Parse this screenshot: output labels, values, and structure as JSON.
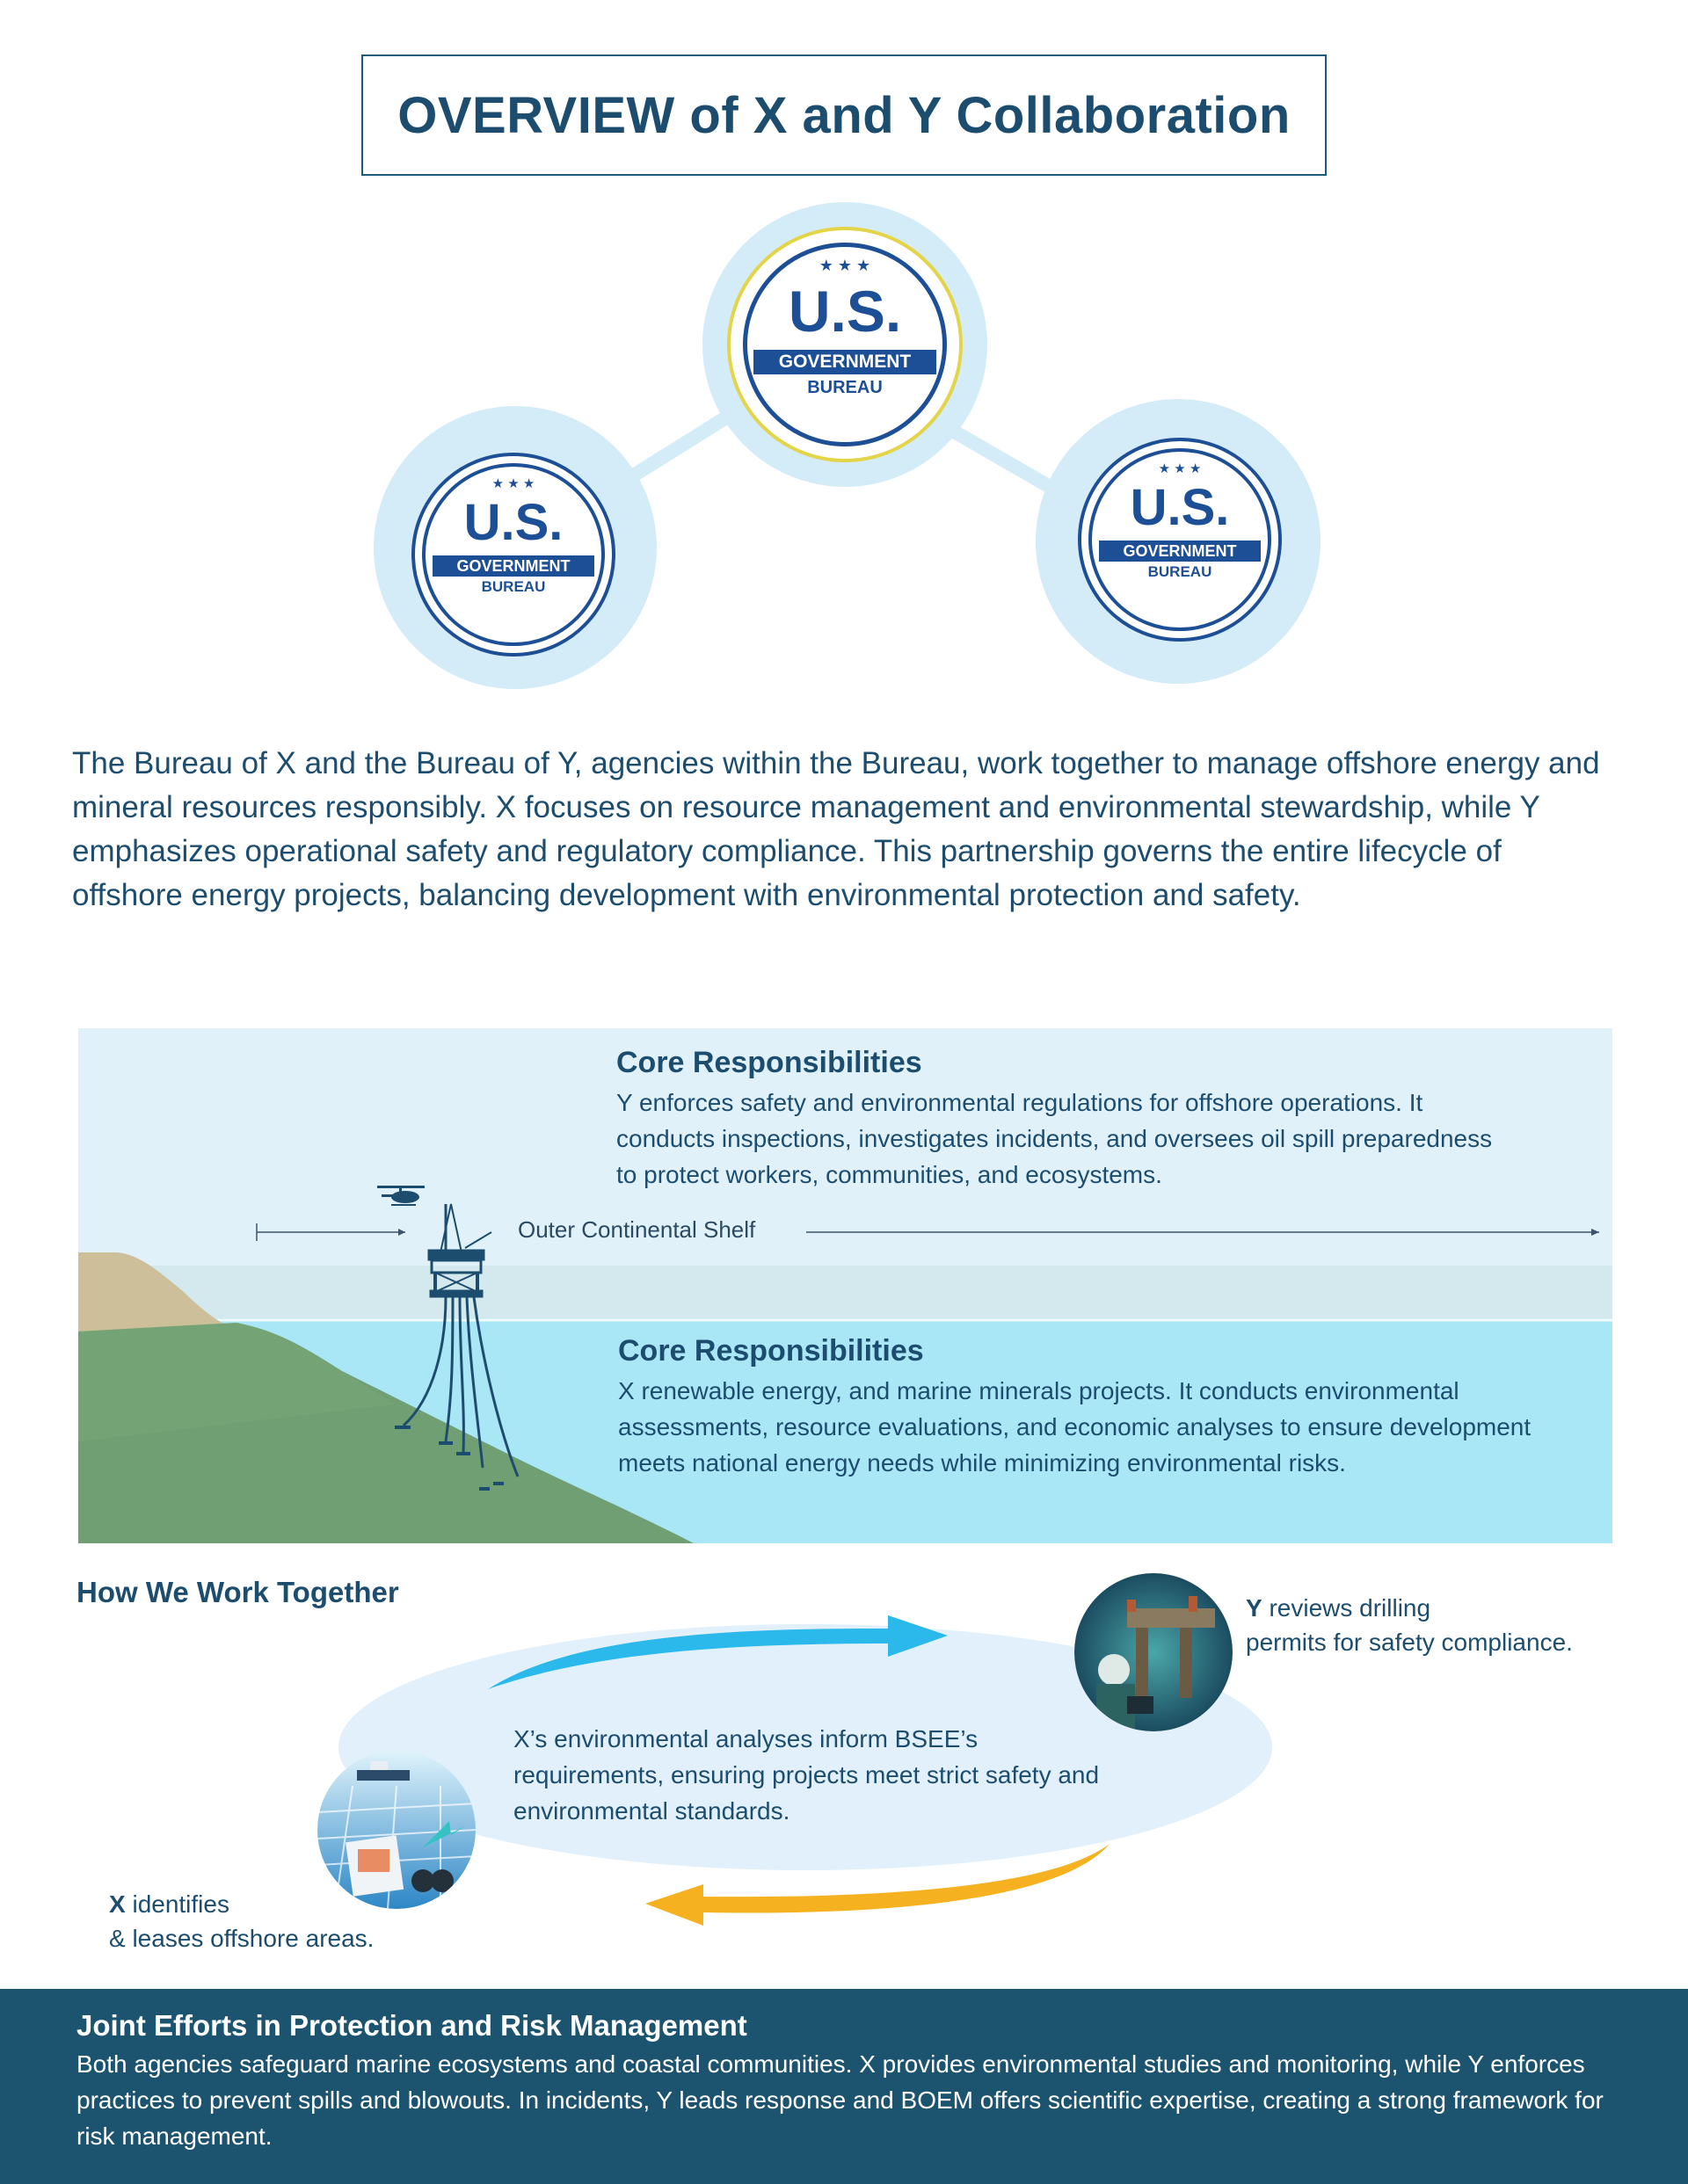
{
  "title": "OVERVIEW of X and Y Collaboration",
  "seals": [
    {
      "id": "center",
      "stars": "★ ★ ★",
      "us": "U.S.",
      "band": "GOVERNMENT",
      "bureau": "BUREAU"
    },
    {
      "id": "left",
      "stars": "★ ★ ★",
      "us": "U.S.",
      "band": "GOVERNMENT",
      "bureau": "BUREAU"
    },
    {
      "id": "right",
      "stars": "★ ★ ★",
      "us": "U.S.",
      "band": "GOVERNMENT",
      "bureau": "BUREAU"
    }
  ],
  "intro": "The Bureau of X and the Bureau of Y, agencies within the Bureau, work together to manage offshore energy and mineral resources responsibly. X focuses on resource management and environmental stewardship, while Y emphasizes operational safety and regulatory compliance. This partnership governs the entire lifecycle of offshore energy projects, balancing development with environmental protection and safety.",
  "ocean": {
    "shelf_label": "Outer Continental Shelf",
    "y_resp": {
      "title": "Core Responsibilities",
      "text": "Y enforces safety and environmental regulations for offshore operations. It conducts inspections, investigates incidents, and oversees oil spill preparedness to protect workers, communities, and ecosystems."
    },
    "x_resp": {
      "title": "Core Responsibilities",
      "text": "X renewable energy, and marine minerals projects. It conducts environmental assessments, resource evaluations, and economic analyses to ensure development meets national energy needs while minimizing environmental risks."
    }
  },
  "how": {
    "title": "How We Work Together",
    "center_text": "X’s environmental analyses inform BSEE’s requirements, ensuring projects meet strict safety and environmental standards.",
    "y_note": {
      "bold": "Y",
      "line1": " reviews drilling",
      "line2": "permits for safety compliance."
    },
    "x_note": {
      "bold": "X",
      "line1": " identifies",
      "line2": "& leases offshore areas."
    }
  },
  "footer": {
    "title": "Joint Efforts in Protection and Risk Management",
    "text": "Both agencies safeguard marine ecosystems and coastal communities. X provides environmental studies and monitoring, while Y enforces practices to prevent spills and blowouts. In incidents, Y leads response and BOEM offers scientific expertise, creating a strong framework for risk management."
  },
  "colors": {
    "navy_text": "#1d4d6e",
    "seal_blue": "#1d4f96",
    "halo": "#d4ebf8",
    "sky": "#e1f1fa",
    "sea": "#a9e6f6",
    "land_green": "#6f9f73",
    "sand": "#cdbf9a",
    "arrow_blue": "#2ab9ea",
    "arrow_orange": "#f5b120",
    "footer_bg": "#1c536f"
  }
}
